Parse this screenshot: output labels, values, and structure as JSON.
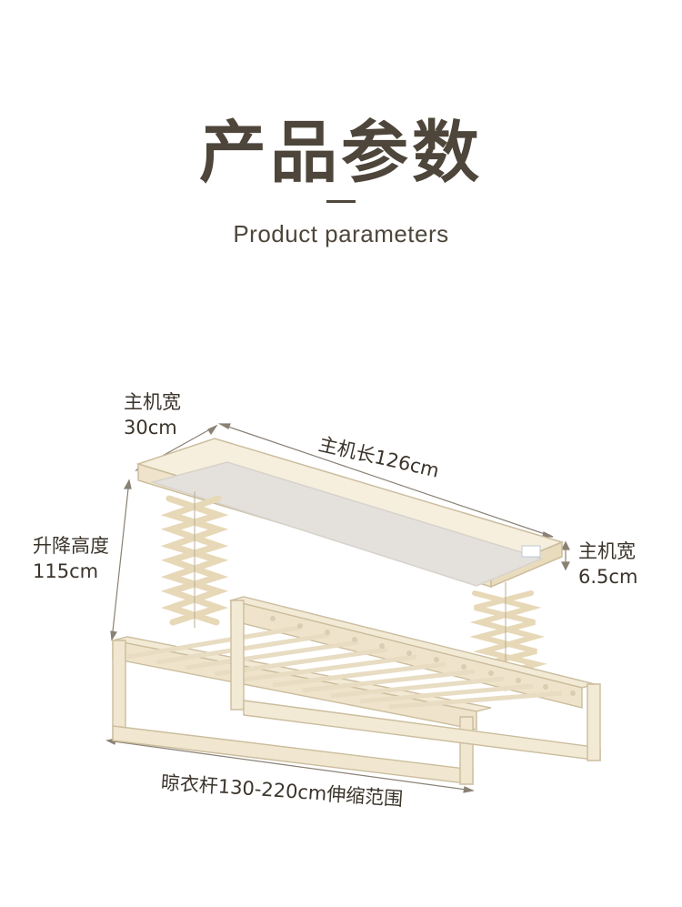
{
  "header": {
    "title_cn": "产品参数",
    "title_en": "Product parameters"
  },
  "dimensions": {
    "main_width_label": "主机宽",
    "main_width_value": "30cm",
    "main_length": "主机长126cm",
    "main_height_label": "主机宽",
    "main_height_value": "6.5cm",
    "lift_height_label": "升降高度",
    "lift_height_value": "115cm",
    "rod_range": "晾衣杆130-220cm伸缩范围"
  },
  "colors": {
    "frame_cream": "#f3ead6",
    "frame_edge": "#cbbd9d",
    "panel_gray": "#e4e1dd",
    "text_dark": "#4e463b"
  }
}
